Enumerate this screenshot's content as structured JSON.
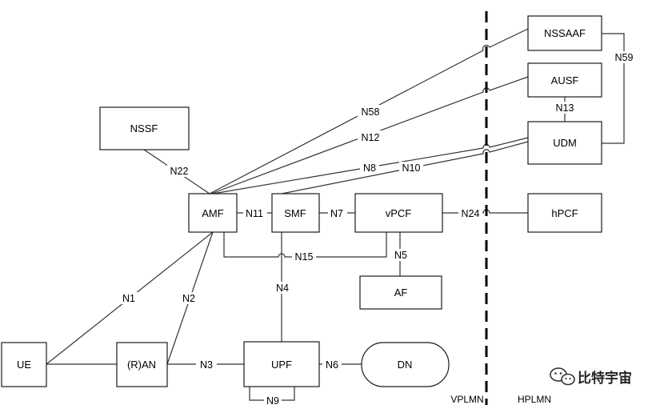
{
  "nodes": {
    "nssaaf": "NSSAAF",
    "ausf": "AUSF",
    "udm": "UDM",
    "nssf": "NSSF",
    "amf": "AMF",
    "smf": "SMF",
    "vpcf": "vPCF",
    "hpcf": "hPCF",
    "af": "AF",
    "ue": "UE",
    "ran": "(R)AN",
    "upf": "UPF",
    "dn": "DN"
  },
  "interfaces": {
    "n1": "N1",
    "n2": "N2",
    "n3": "N3",
    "n4": "N4",
    "n5": "N5",
    "n6": "N6",
    "n7": "N7",
    "n8": "N8",
    "n9": "N9",
    "n10": "N10",
    "n11": "N11",
    "n12": "N12",
    "n13": "N13",
    "n15": "N15",
    "n22": "N22",
    "n24": "N24",
    "n58": "N58",
    "n59": "N59"
  },
  "regions": {
    "visited": "VPLMN",
    "home": "HPLMN"
  },
  "watermark": {
    "text": "比特宇宙"
  }
}
